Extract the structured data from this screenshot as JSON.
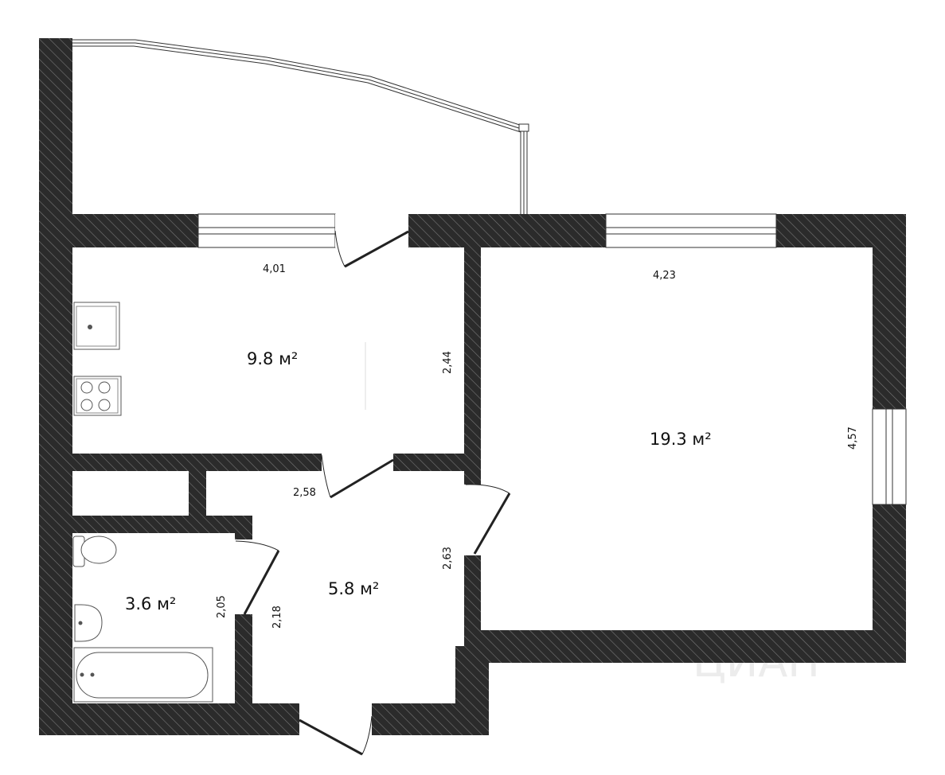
{
  "rooms": {
    "kitchen_area": "9.8 м²",
    "living_area": "19.3 м²",
    "hall_area": "5.8 м²",
    "bath_area": "3.6 м²"
  },
  "dimensions": {
    "kitchen_width": "4,01",
    "kitchen_depth": "2,44",
    "living_width": "4,23",
    "living_depth": "4,57",
    "hall_width": "2,58",
    "hall_depth": "2,63",
    "bath_depth": "2,05",
    "hall_side": "2,18"
  },
  "watermark": "ЦИАН",
  "colors": {
    "wall_fill": "#2b2b2b",
    "hatch": "#6a6a6a",
    "line": "#222222"
  }
}
